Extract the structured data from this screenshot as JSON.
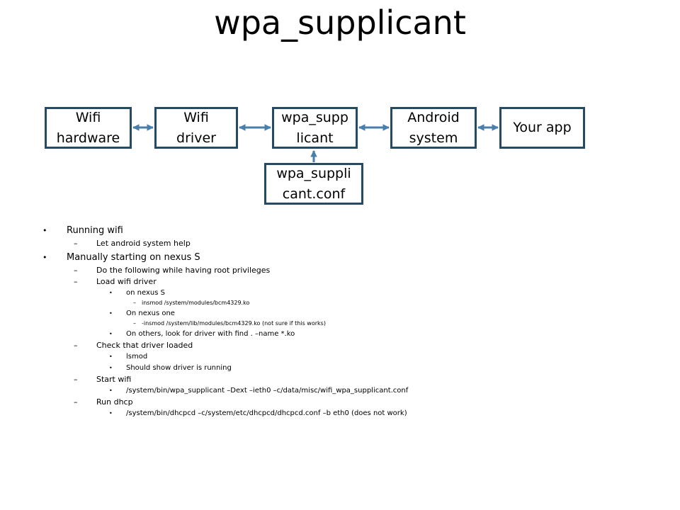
{
  "title": "wpa_supplicant",
  "boxes": {
    "wifi_hardware": [
      "Wifi",
      "hardware"
    ],
    "wifi_driver": [
      "Wifi",
      "driver"
    ],
    "wpa_supplicant": [
      "wpa_supp",
      "licant"
    ],
    "android_system": [
      "Android",
      "system"
    ],
    "your_app": [
      "Your app"
    ],
    "wpa_conf": [
      "wpa_suppli",
      "cant.conf"
    ]
  },
  "box_border_color": "#254a66",
  "arrow_color": "#4a7eab",
  "bullets": [
    {
      "level": 1,
      "marker": "•",
      "text": "Running wifi"
    },
    {
      "level": 2,
      "marker": "–",
      "text": "Let android system help"
    },
    {
      "level": 1,
      "marker": "•",
      "text": "Manually starting on nexus S"
    },
    {
      "level": 2,
      "marker": "–",
      "text": "Do the following while having root privileges"
    },
    {
      "level": 2,
      "marker": "–",
      "text": "Load wifi driver"
    },
    {
      "level": 3,
      "marker": "•",
      "text": "on nexus S"
    },
    {
      "level": 4,
      "marker": "–",
      "text": "insmod /system/modules/bcm4329.ko"
    },
    {
      "level": 3,
      "marker": "•",
      "text": "On nexus one"
    },
    {
      "level": 4,
      "marker": "–",
      "text": "-insmod /system/lib/modules/bcm4329.ko (not sure if this works)"
    },
    {
      "level": 3,
      "marker": "•",
      "text": "On others, look for driver with find . –name *.ko"
    },
    {
      "level": 2,
      "marker": "–",
      "text": "Check that driver loaded"
    },
    {
      "level": 3,
      "marker": "•",
      "text": "lsmod"
    },
    {
      "level": 3,
      "marker": "•",
      "text": "Should show driver is running"
    },
    {
      "level": 2,
      "marker": "–",
      "text": "Start wifi"
    },
    {
      "level": 3,
      "marker": "•",
      "text": "/system/bin/wpa_supplicant –Dext –ieth0 –c/data/misc/wifi_wpa_supplicant.conf"
    },
    {
      "level": 2,
      "marker": "–",
      "text": "Run dhcp"
    },
    {
      "level": 3,
      "marker": "•",
      "text": "/system/bin/dhcpcd –c/system/etc/dhcpcd/dhcpcd.conf –b eth0 (does not work)"
    }
  ]
}
